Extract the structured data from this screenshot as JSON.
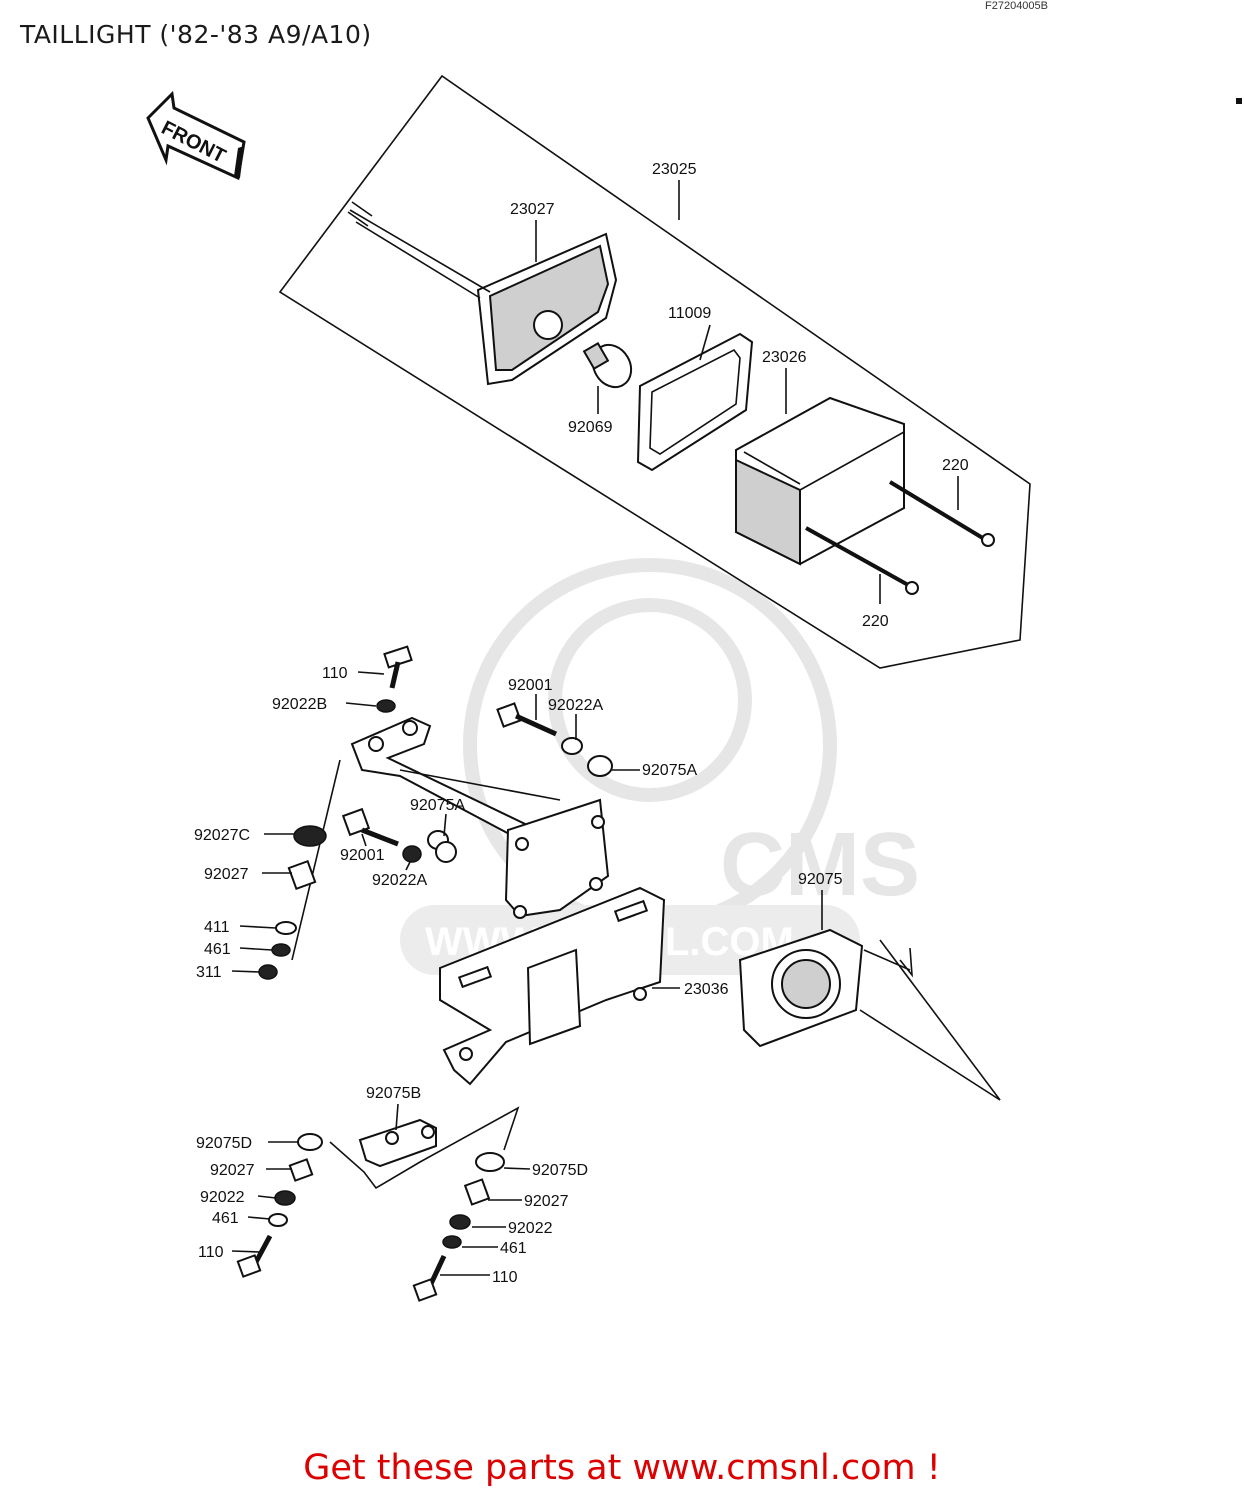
{
  "header": {
    "title": "TAILLIGHT ('82-'83 A9/A10)",
    "ref_code": "F27204005B"
  },
  "diagram": {
    "front_arrow_label": "FRONT",
    "watermark_text": "WWW.CMSNL.COM",
    "watermark_logo_text": "CMS",
    "part_labels": {
      "p23025": "23025",
      "p23027": "23027",
      "p11009": "11009",
      "p23026": "23026",
      "p92069": "92069",
      "p220_top": "220",
      "p220_bottom": "220",
      "p110_top": "110",
      "p92022B": "92022B",
      "p92001_top": "92001",
      "p92022A_top": "92022A",
      "p92075A_right": "92075A",
      "p92075A_mid": "92075A",
      "p92027C": "92027C",
      "p92001_mid": "92001",
      "p92022A_mid": "92022A",
      "p92027_left": "92027",
      "p411": "411",
      "p461_left": "461",
      "p311": "311",
      "p92075": "92075",
      "p23036": "23036",
      "p92075B": "92075B",
      "p92075D_left": "92075D",
      "p92027_bl": "92027",
      "p92022_bl": "92022",
      "p461_bl": "461",
      "p110_bl": "110",
      "p92075D_right": "92075D",
      "p92027_br": "92027",
      "p92022_br": "92022",
      "p461_br": "461",
      "p110_br": "110"
    }
  },
  "footer": {
    "cta": "Get these parts at www.cmsnl.com !"
  },
  "colors": {
    "cta_red": "#dd0000",
    "line": "#111111",
    "watermark": "#e6e6e6"
  }
}
